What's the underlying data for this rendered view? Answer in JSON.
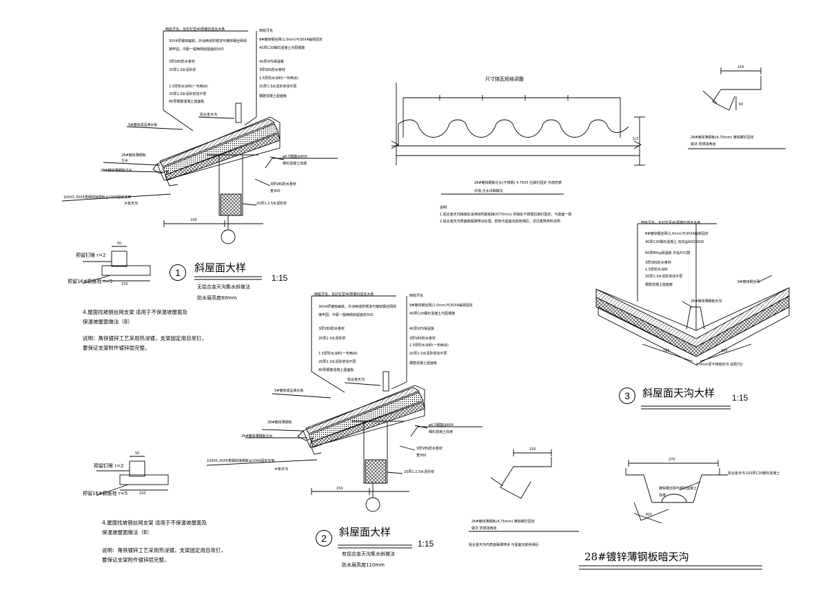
{
  "detail1": {
    "number": "1",
    "title": "斜屋面大样",
    "scale": "1:15",
    "sub1": "无铝合金天沟集水斜做法",
    "sub2": "防水层高度60mm",
    "layers_left": [
      "西班牙瓦，瓦钉钉至40厚细石挂瓦木条",
      "30X4厚镀锌扁铁，外涂两道防锈漆与镀锌钢丝网焊",
      "接牢固，中距一般两侧斜屋面处500",
      "3厚SBS防水卷材",
      "20厚1:3水泥砂浆",
      "1.5厚防水涂料(一布两涂)",
      "20厚1:3水泥砂浆找平层",
      "80厚钢筋混凝土屋面板"
    ],
    "layers_right": [
      "西班牙瓦",
      "8#镀锌钢丝网(1.0mm)与30X4扁铁固定",
      "40厚C20细石混凝土内配钢筋",
      "40厚XPS保温板",
      "3厚SBS防水卷材",
      "1.5厚防水涂料(一布两涂)",
      "20厚1:3水泥砂浆找平层",
      "钢筋混凝土屋面板"
    ],
    "callouts": {
      "edge": "5#镀锌成品滴水板",
      "gutter": "铝合金天沟",
      "steel": "28#镀锌薄钢板",
      "flash": "泛水",
      "flash2": "28#镀锌薄钢板泛水",
      "angle": "100X5.30X5角钢焊接钢板@1000固定支架",
      "angle2": "木板天沟",
      "ring": "φ6.5钢筋@600",
      "ring2": "细石混凝土找坡",
      "sbs": "3厚SBS防水卷材",
      "sbs2": "宽300",
      "mortar": "20厚1:2.5水泥砂浆"
    },
    "dim_bottom": "150"
  },
  "detail2": {
    "number": "2",
    "title": "斜屋面大样",
    "scale": "1:15",
    "sub1": "有铝合金天沟集水斜做法",
    "sub2": "防水层高度110mm",
    "callouts": {
      "edge": "5#镀锌成品滴水板",
      "gutter": "铝合金天沟",
      "steel": "28#镀锌薄钢板",
      "angle": "28#镀锌薄钢板泛水",
      "angle2": "100X5.30X5角钢焊接钢板@1000固定支架",
      "angle3": "木板天沟",
      "ring": "φ6.5钢筋@600",
      "ring2": "细石混凝土找坡",
      "sbs": "3厚SBS防水卷材",
      "sbs2": "宽300",
      "mortar": "20厚1:2.5水泥砂浆"
    },
    "dim_bottom": "150"
  },
  "detail3": {
    "number": "3",
    "title": "斜屋面天沟大样",
    "scale": "1:15",
    "layers": [
      "西班牙瓦，瓦钉钉至40厚细石挂瓦木条",
      "8#镀锌钢丝网(1.0mm)与30X4扁铁固定",
      "40厚C20细石混凝土 双向@600X600",
      "60厚80kg保温板 外贴PVC膜",
      "3厚SBS防水卷材",
      "1.5厚防水涂料",
      "20厚1:3水泥砂浆找平层",
      "钢筋混凝土屋面板"
    ],
    "callouts": {
      "right": "8#镀锌钢丝网",
      "steel": "28#镀锌薄钢板天沟"
    },
    "dim1": "150",
    "dim2": "300",
    "dim_note": "1.0mm厚不锈钢天沟 双层(TJ)"
  },
  "wave": {
    "title": "尺寸随瓦规格调整",
    "dim_right": "1/2",
    "caption": "28#镀锌钢板泛水(不锈钢) 4.75X5 拉铆钉固定 外皮防锈",
    "caption2": "外墙 泛水详细做法",
    "notes_title": "说明：",
    "note1": "1.铝合金天沟接缝处采用结构胶粘接(约70mm) 拼接处不锈钢拉铆钉固定，与屋面一致",
    "note2": "2.铝合金天沟表面做氟碳喷涂处理，颜色与屋面瓦颜色相近，详见建筑材料说明"
  },
  "angle_top": {
    "dim_w": "150",
    "dim_h": "60",
    "caption": "28#镀锌薄钢板(4.75mm) 镀锌螺钉固定",
    "caption2": "做法 防锈漆两道"
  },
  "angle_mid": {
    "dim_w": "150",
    "caption": "28#镀锌薄钢板(4.75mm) 镀锌螺钉固定",
    "caption2": "做法 防锈漆两道",
    "caption3": "铝合金天沟内表面氟碳喷涂 与屋面瓦颜色相近"
  },
  "gutter_section": {
    "title": "28#镀锌薄钢板暗天沟",
    "dim_top": "270",
    "dim_bottom": "300",
    "label1": "铝合金天沟",
    "label2": "100厚C20细石混凝土",
    "label3": "镀锌钢丝网与细石混凝土",
    "label4": "找坡"
  },
  "bracket1": {
    "label_top": "预留钉眼 r=2",
    "label_bottom": "预留16#膨胀栓 r=5",
    "dim_top": "50",
    "dim_bottom": "150",
    "note1": "4.屋面找坡钢丝网支架 适用于不保温坡屋面及",
    "note2": "保温坡屋面做法（B）",
    "note3": "说明：角铁镀锌工艺采用热浸镀，支架固定用自攻钉，",
    "note4": "要保证支架附件镀锌层完整。"
  },
  "bracket2": {
    "label_top": "预留钉眼 r=2",
    "label_bottom": "预留16#膨胀栓 r=5",
    "dim_top": "50",
    "dim_bottom": "150",
    "note1": "4.屋面找坡钢丝网支架 适用于不保温坡屋面及",
    "note2": "保温坡屋面做法（B）",
    "note3": "说明：角铁镀锌工艺采用热浸镀，支架固定用自攻钉，",
    "note4": "要保证支架附件镀锌层完整。"
  }
}
